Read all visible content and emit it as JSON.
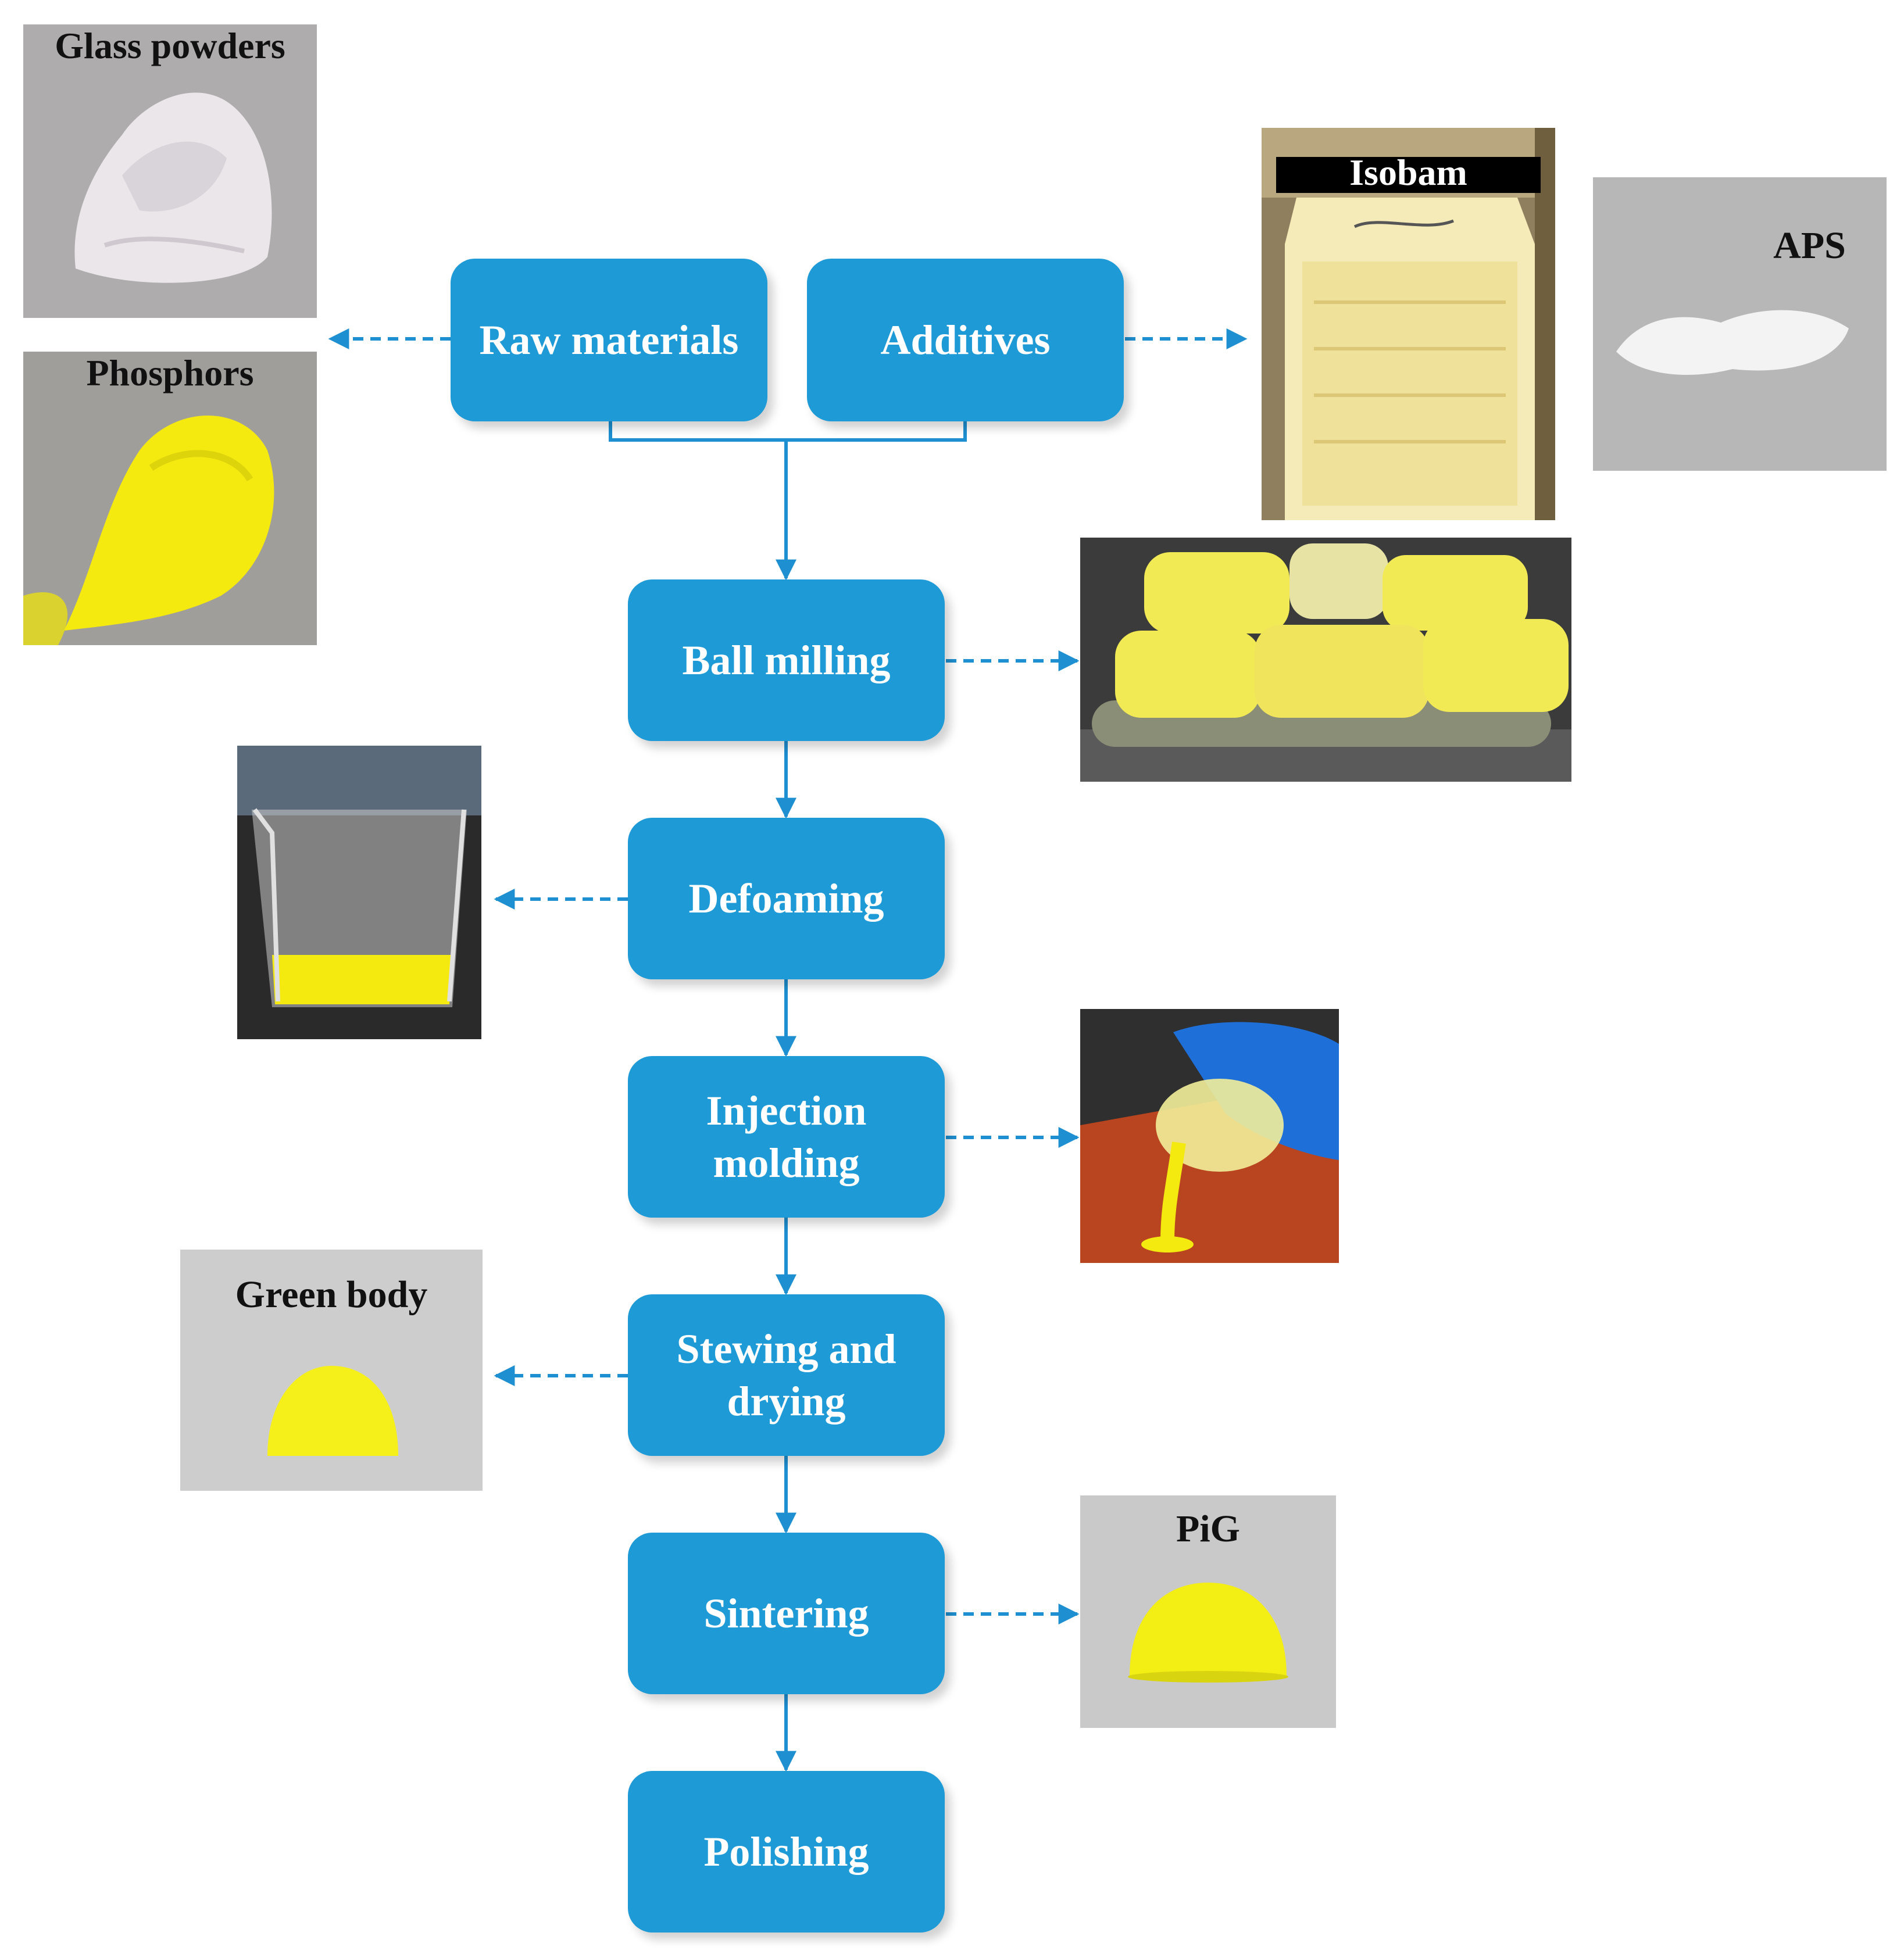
{
  "steps": {
    "raw_materials": "Raw materials",
    "additives": "Additives",
    "ball_milling": "Ball milling",
    "defoaming": "Defoaming",
    "injection_molding": [
      "Injection",
      "molding"
    ],
    "stewing_drying": [
      "Stewing and",
      "drying"
    ],
    "sintering": "Sintering",
    "polishing": "Polishing"
  },
  "photos": {
    "glass_powders": "Glass powders",
    "phosphors": "Phosphors",
    "isobam": "Isobam",
    "aps": "APS",
    "green_body": "Green body",
    "pig": "PiG"
  },
  "colors": {
    "box_fill": "#1e9ad6",
    "arrow": "#1e8fd0",
    "phosphor_yellow": "#f5ea10"
  }
}
